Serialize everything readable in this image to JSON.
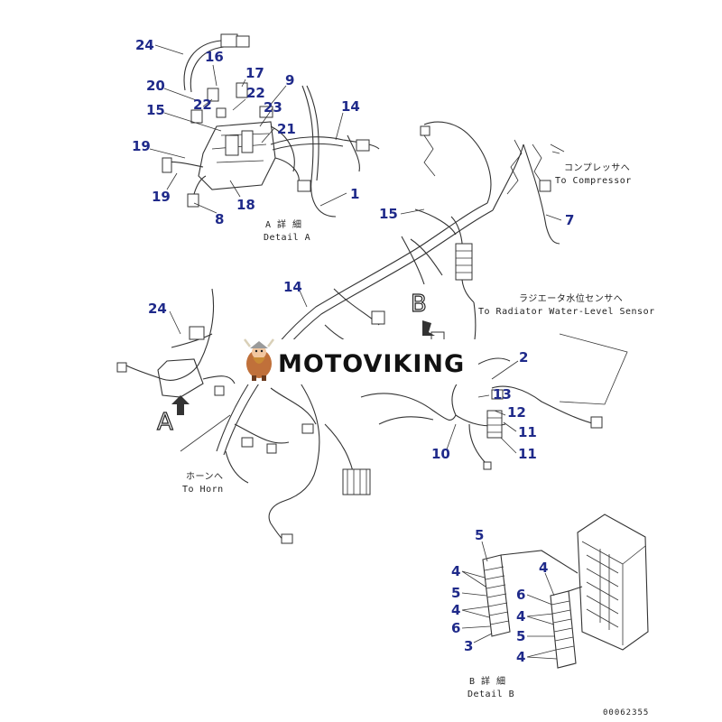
{
  "colors": {
    "callout": "#1f2a8a",
    "line": "#333333",
    "background": "#ffffff"
  },
  "callouts": {
    "c24a": "24",
    "c16": "16",
    "c20": "20",
    "c22a": "22",
    "c17": "17",
    "c22b": "22",
    "c9": "9",
    "c15a": "15",
    "c23": "23",
    "c14a": "14",
    "c21": "21",
    "c19a": "19",
    "c19b": "19",
    "c18": "18",
    "c8": "8",
    "c1": "1",
    "c15b": "15",
    "c7": "7",
    "c14b": "14",
    "c24b": "24",
    "c2": "2",
    "c13": "13",
    "c12": "12",
    "c11a": "11",
    "c11b": "11",
    "c10": "10",
    "c5a": "5",
    "c4a": "4",
    "c5b": "5",
    "c4b": "4",
    "c6a": "6",
    "c3": "3",
    "c4c": "4",
    "c6b": "6",
    "c4d": "4",
    "c5c": "5",
    "c4e": "4"
  },
  "notes": {
    "detail_a_jp": "A 詳 細",
    "detail_a_en": "Detail A",
    "compressor_jp": "コンプレッサへ",
    "compressor_en": "To Compressor",
    "radiator_jp": "ラジエータ水位センサへ",
    "radiator_en": "To Radiator Water-Level Sensor",
    "horn_jp": "ホーンへ",
    "horn_en": "To Horn",
    "detail_b_jp": "B 詳 細",
    "detail_b_en": "Detail B"
  },
  "view_markers": {
    "a": "A",
    "b": "B"
  },
  "watermark": {
    "text": "MOTOVIKING"
  },
  "drawing_number": "00062355"
}
